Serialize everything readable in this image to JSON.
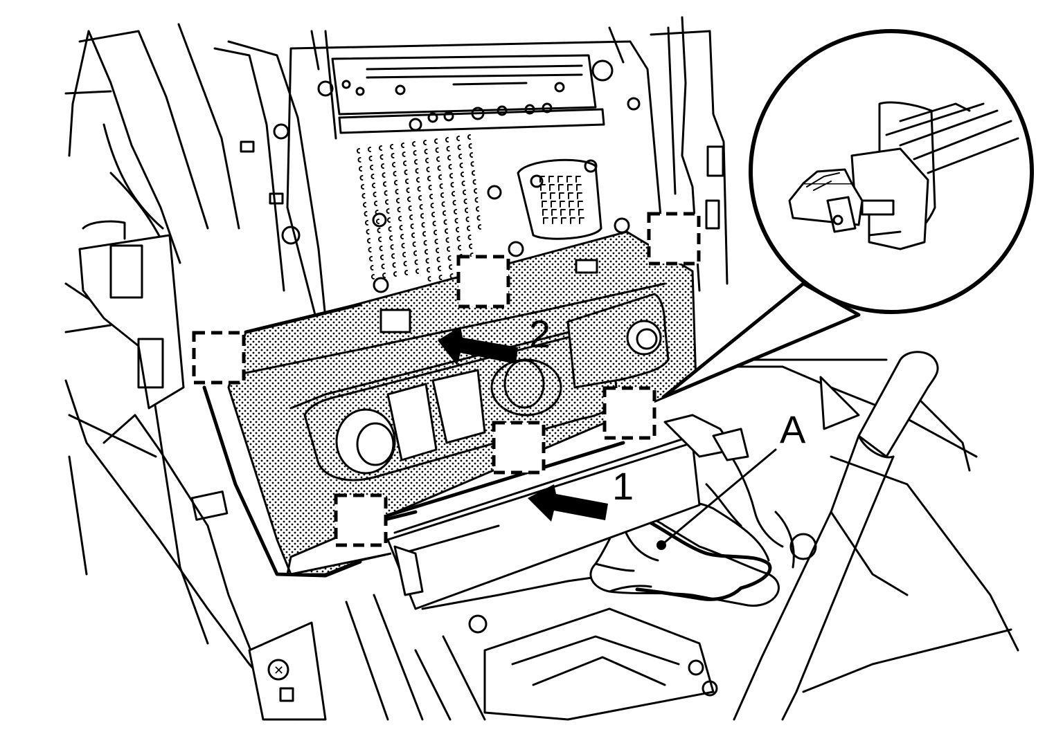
{
  "callouts": {
    "step1": "1",
    "step2": "2",
    "part_a": "A"
  },
  "colors": {
    "line": "#000000",
    "background": "#ffffff",
    "highlight_dots": "#000000"
  }
}
